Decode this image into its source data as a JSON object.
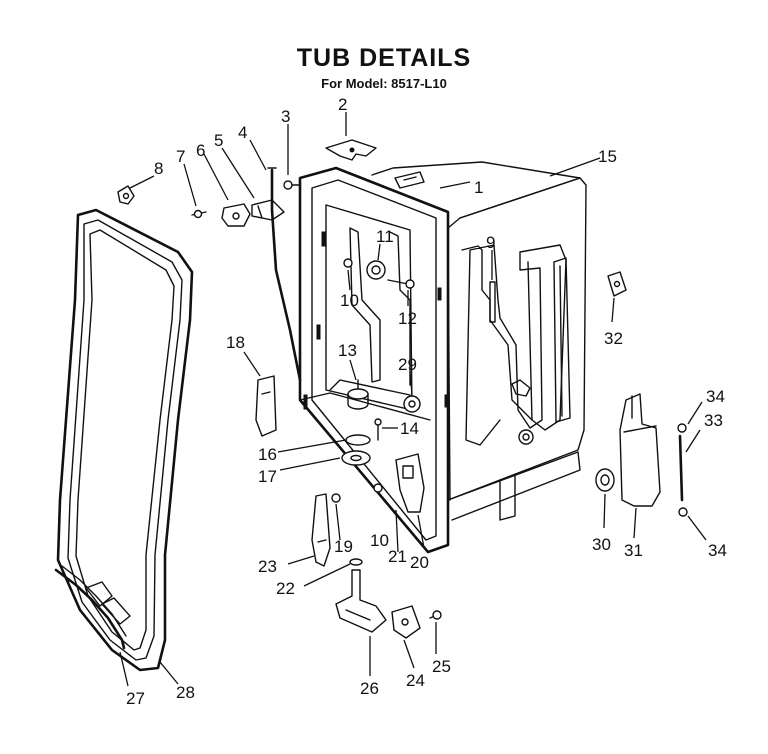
{
  "title": "TUB DETAILS",
  "subtitle": "For Model: 8517-L10",
  "callouts": [
    {
      "id": "c1",
      "label": "1"
    },
    {
      "id": "c2",
      "label": "2"
    },
    {
      "id": "c3",
      "label": "3"
    },
    {
      "id": "c4",
      "label": "4"
    },
    {
      "id": "c5",
      "label": "5"
    },
    {
      "id": "c6",
      "label": "6"
    },
    {
      "id": "c7",
      "label": "7"
    },
    {
      "id": "c8",
      "label": "8"
    },
    {
      "id": "c9",
      "label": "9"
    },
    {
      "id": "c10a",
      "label": "10"
    },
    {
      "id": "c10b",
      "label": "10"
    },
    {
      "id": "c11",
      "label": "11"
    },
    {
      "id": "c12",
      "label": "12"
    },
    {
      "id": "c13",
      "label": "13"
    },
    {
      "id": "c14",
      "label": "14"
    },
    {
      "id": "c15",
      "label": "15"
    },
    {
      "id": "c16",
      "label": "16"
    },
    {
      "id": "c17",
      "label": "17"
    },
    {
      "id": "c18",
      "label": "18"
    },
    {
      "id": "c19",
      "label": "19"
    },
    {
      "id": "c20",
      "label": "20"
    },
    {
      "id": "c21",
      "label": "21"
    },
    {
      "id": "c22",
      "label": "22"
    },
    {
      "id": "c23",
      "label": "23"
    },
    {
      "id": "c24",
      "label": "24"
    },
    {
      "id": "c25",
      "label": "25"
    },
    {
      "id": "c26",
      "label": "26"
    },
    {
      "id": "c27",
      "label": "27"
    },
    {
      "id": "c28",
      "label": "28"
    },
    {
      "id": "c29",
      "label": "29"
    },
    {
      "id": "c30",
      "label": "30"
    },
    {
      "id": "c31",
      "label": "31"
    },
    {
      "id": "c32",
      "label": "32"
    },
    {
      "id": "c33",
      "label": "33"
    },
    {
      "id": "c34a",
      "label": "34"
    },
    {
      "id": "c34b",
      "label": "34"
    }
  ]
}
